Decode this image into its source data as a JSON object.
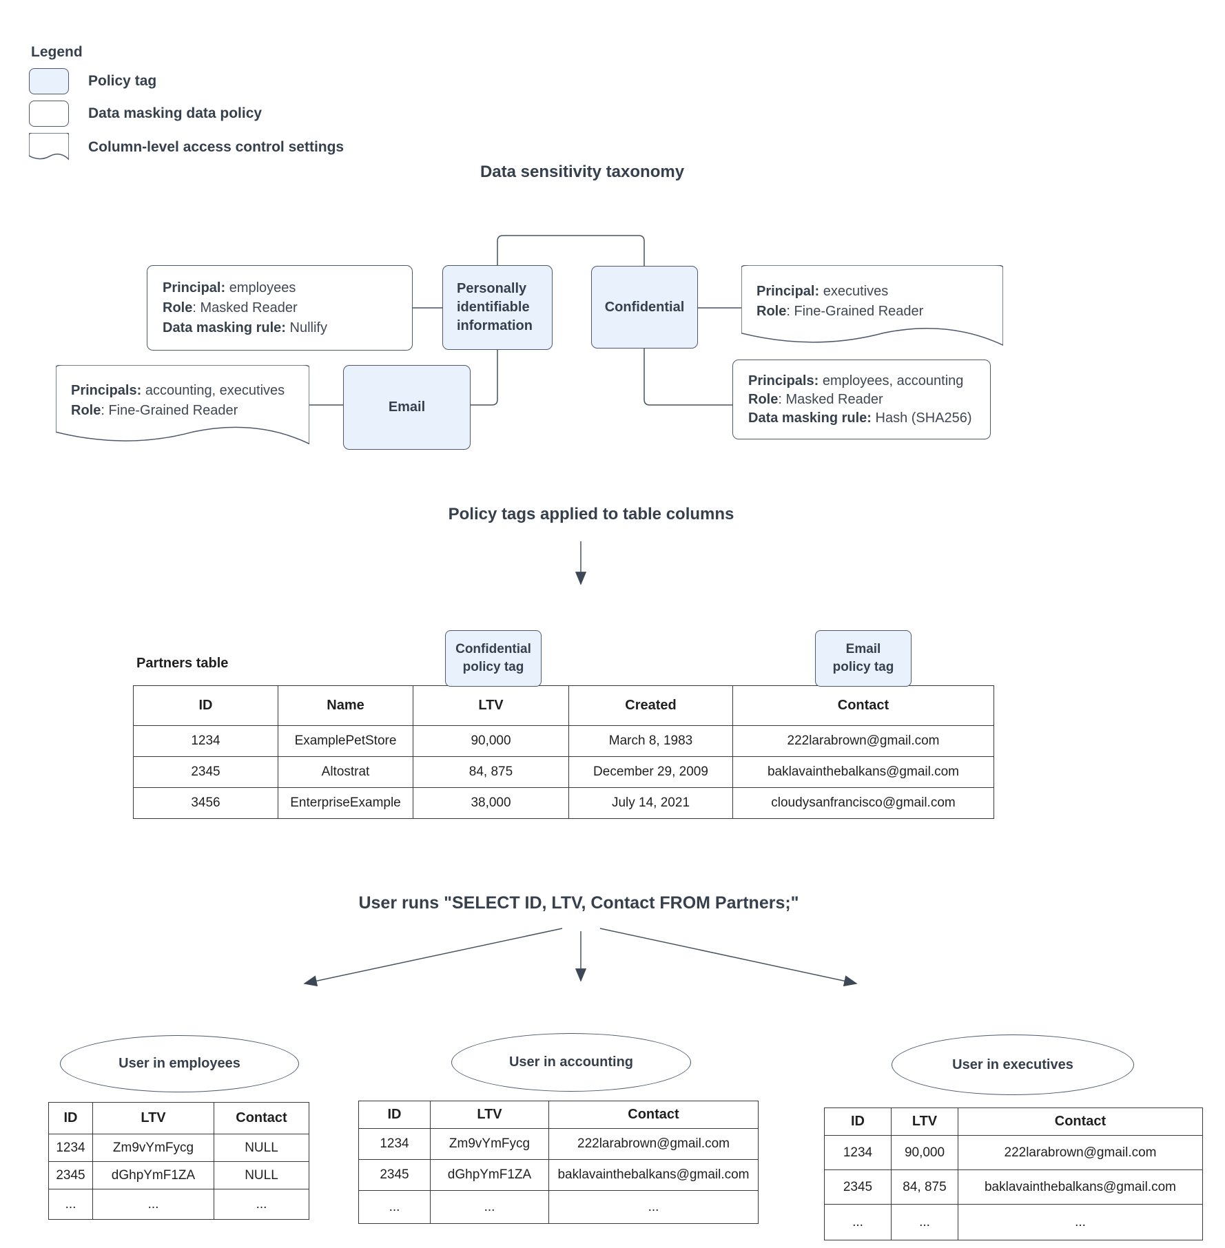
{
  "legend": {
    "title": "Legend",
    "items": [
      {
        "name": "policy-tag",
        "label": "Policy tag"
      },
      {
        "name": "data-masking-data-policy",
        "label": "Data masking data policy"
      },
      {
        "name": "column-level-access-control",
        "label": "Column-level access control settings"
      }
    ]
  },
  "sections": {
    "taxonomy_title": "Data sensitivity taxonomy",
    "applied_title": "Policy tags applied to table columns",
    "query_title": "User runs \"SELECT ID, LTV, Contact FROM Partners;\""
  },
  "taxonomy": {
    "pii_tag": "Personally identifiable information",
    "confidential_tag": "Confidential",
    "email_tag": "Email",
    "nullify_policy": {
      "l1b": "Principal:",
      "l1": " employees",
      "l2b": "Role",
      "l2": ": Masked Reader",
      "l3b": "Data masking rule:",
      "l3": " Nullify"
    },
    "exec_acl": {
      "l1b": "Principal:",
      "l1": " executives",
      "l2b": "Role",
      "l2": ": Fine-Grained Reader"
    },
    "acct_exec_acl": {
      "l1b": "Principals:",
      "l1": " accounting, executives",
      "l2b": "Role",
      "l2": ": Fine-Grained Reader"
    },
    "hash_policy": {
      "l1b": "Principals:",
      "l1": " employees, accounting",
      "l2b": "Role",
      "l2": ": Masked Reader",
      "l3b": "Data masking rule:",
      "l3": " Hash (SHA256)"
    }
  },
  "partners": {
    "label": "Partners table",
    "confidential_callout": {
      "line1": "Confidential",
      "line2": "policy tag"
    },
    "email_callout": {
      "line1": "Email",
      "line2": "policy tag"
    },
    "headers": [
      "ID",
      "Name",
      "LTV",
      "Created",
      "Contact"
    ],
    "rows": [
      [
        "1234",
        "ExamplePetStore",
        "90,000",
        "March 8, 1983",
        "222larabrown@gmail.com"
      ],
      [
        "2345",
        "Altostrat",
        "84, 875",
        "December 29, 2009",
        "baklavainthebalkans@gmail.com"
      ],
      [
        "3456",
        "EnterpriseExample",
        "38,000",
        "July 14, 2021",
        "cloudysanfrancisco@gmail.com"
      ]
    ]
  },
  "results": [
    {
      "oval": "User in employees",
      "headers": [
        "ID",
        "LTV",
        "Contact"
      ],
      "rows": [
        [
          "1234",
          "Zm9vYmFycg",
          "NULL"
        ],
        [
          "2345",
          "dGhpYmF1ZA",
          "NULL"
        ],
        [
          "...",
          "...",
          "..."
        ]
      ]
    },
    {
      "oval": "User in accounting",
      "headers": [
        "ID",
        "LTV",
        "Contact"
      ],
      "rows": [
        [
          "1234",
          "Zm9vYmFycg",
          "222larabrown@gmail.com"
        ],
        [
          "2345",
          "dGhpYmF1ZA",
          "baklavainthebalkans@gmail.com"
        ],
        [
          "...",
          "...",
          "..."
        ]
      ]
    },
    {
      "oval": "User in executives",
      "headers": [
        "ID",
        "LTV",
        "Contact"
      ],
      "rows": [
        [
          "1234",
          "90,000",
          "222larabrown@gmail.com"
        ],
        [
          "2345",
          "84, 875",
          "baklavainthebalkans@gmail.com"
        ],
        [
          "...",
          "...",
          "..."
        ]
      ]
    }
  ],
  "colors": {
    "policy_tag_fill": "#e9f1fc",
    "shape_border": "#4d586c",
    "connector": "#3c4856",
    "heading_text": "#36404d"
  }
}
